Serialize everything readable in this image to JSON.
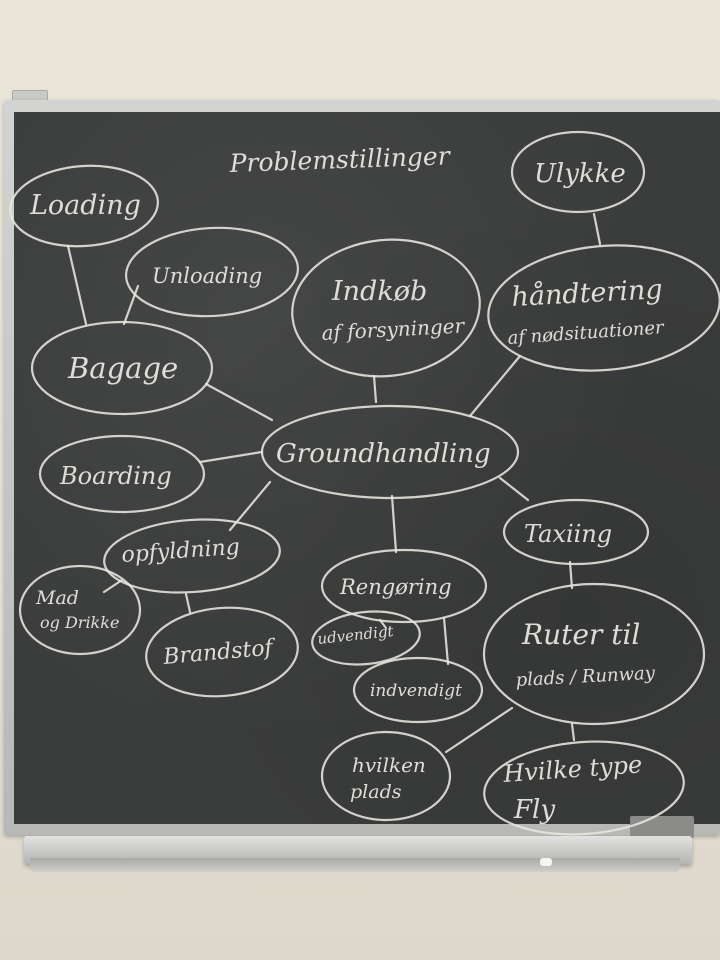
{
  "board": {
    "title": "Problemstillinger",
    "center": "Groundhandling",
    "nodes": {
      "loading": "Loading",
      "unloading": "Unloading",
      "bagage": "Bagage",
      "boarding": "Boarding",
      "opfyldning": "opfyldning",
      "mad_line1": "Mad",
      "mad_line2": "og Drikke",
      "brandstof": "Brandstof",
      "indkob_line1": "Indkøb",
      "indkob_line2": "af forsyninger",
      "ulykke": "Ulykke",
      "handtering_line1": "håndtering",
      "handtering_line2": "af nødsituationer",
      "rengoring": "Rengøring",
      "udvendigt": "udvendigt",
      "indvendigt": "indvendigt",
      "taxiing": "Taxiing",
      "ruter_line1": "Ruter til",
      "ruter_line2": "plads / Runway",
      "hvilken_line1": "hvilken",
      "hvilken_line2": "plads",
      "hvilke_line1": "Hvilke type",
      "hvilke_line2": "Fly"
    }
  },
  "colors": {
    "chalkboard": "#3b3d3c",
    "chalk": "#e8e6df",
    "frame": "#c4c5c3",
    "wall": "#e7e2d6"
  }
}
